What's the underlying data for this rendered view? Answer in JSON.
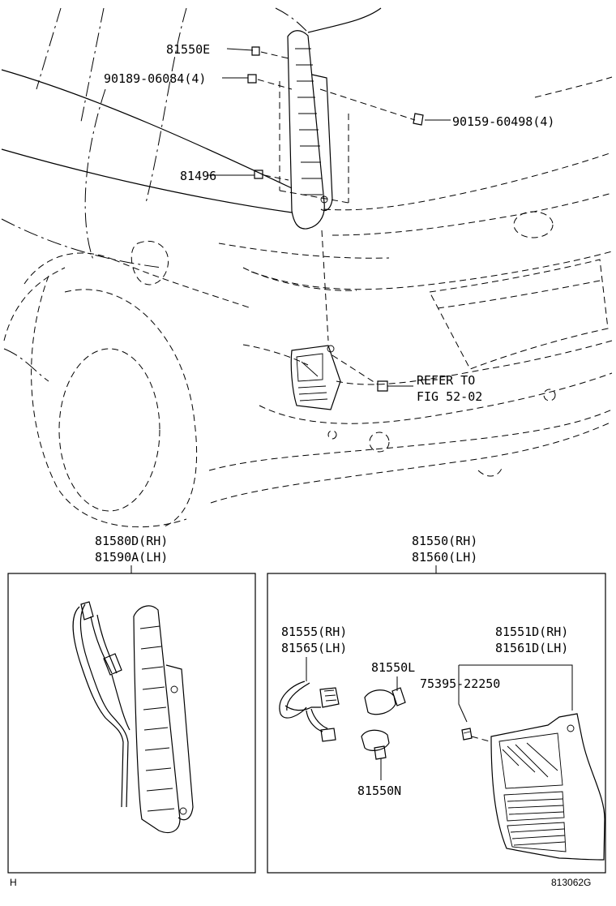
{
  "callouts": {
    "c81550E": "81550E",
    "c90189": "90189-06084(4)",
    "c90159": "90159-60498(4)",
    "c81496": "81496",
    "refer_line1": "REFER TO",
    "refer_line2": "FIG 52-02"
  },
  "left_panel": {
    "part1": "81580D(RH)",
    "part2": "81590A(LH)"
  },
  "right_panel": {
    "part1": "81550(RH)",
    "part2": "81560(LH)",
    "socket1": "81555(RH)",
    "socket2": "81565(LH)",
    "bulb_l": "81550L",
    "bulb_n": "81550N",
    "lens1": "81551D(RH)",
    "lens2": "81561D(LH)",
    "screw": "75395-22250"
  },
  "footer": {
    "left_mark": "H",
    "figure_code": "813062G"
  }
}
